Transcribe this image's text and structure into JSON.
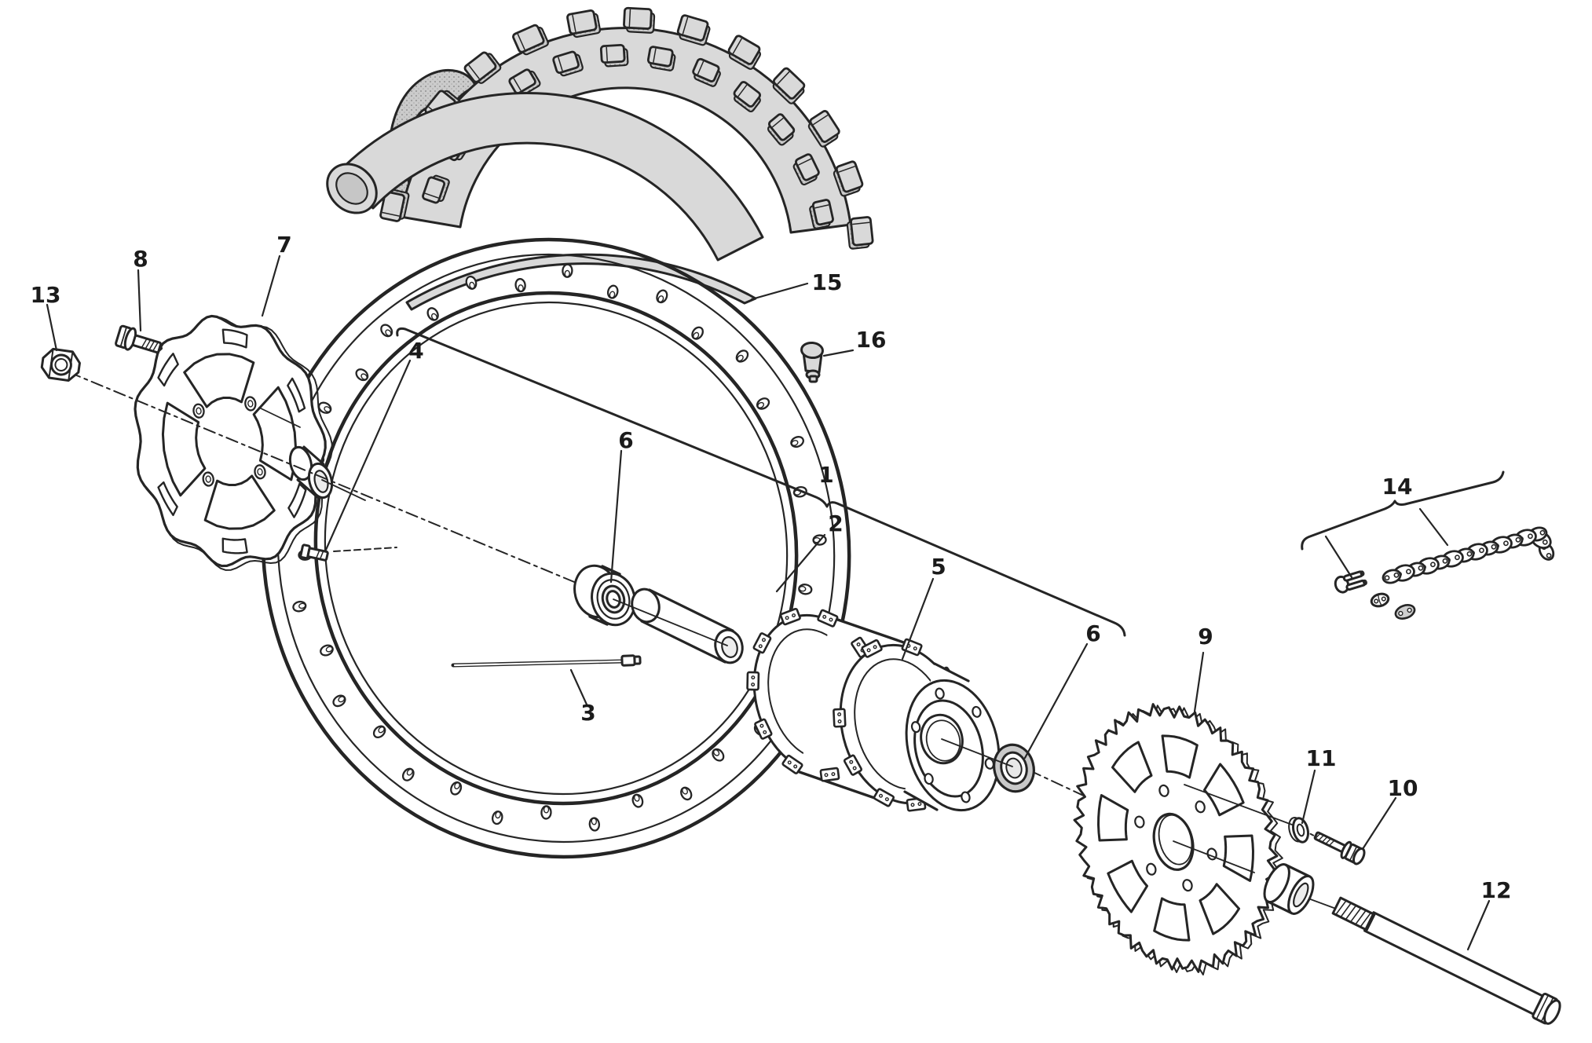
{
  "diagram": {
    "callouts": {
      "c1": "1",
      "c2": "2",
      "c3": "3",
      "c4": "4",
      "c5": "5",
      "c6": "6",
      "c7": "7",
      "c8": "8",
      "c9": "9",
      "c10": "10",
      "c11": "11",
      "c12": "12",
      "c13": "13",
      "c14": "14",
      "c15": "15",
      "c16": "16"
    },
    "colors": {
      "line": "#252525",
      "shade": "#d9d9d9",
      "background": "#ffffff"
    }
  }
}
